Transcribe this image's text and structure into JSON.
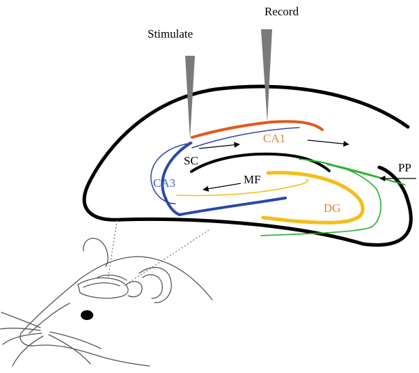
{
  "labels": {
    "stimulate": "Stimulate",
    "record": "Record",
    "sc": "SC",
    "ca1": "CA1",
    "ca3": "CA3",
    "mf": "MF",
    "dg": "DG",
    "pp": "PP"
  },
  "colors": {
    "outline": "#000000",
    "ca1": "#e05a1c",
    "ca3": "#2a49a6",
    "dg": "#f6bd16",
    "pp": "#27b02c",
    "electrode": "#7a7a7a",
    "mouse": "#555555",
    "label_ca1": "#e8823a",
    "label_ca3": "#3c68b8",
    "label_dg": "#e8823a"
  }
}
